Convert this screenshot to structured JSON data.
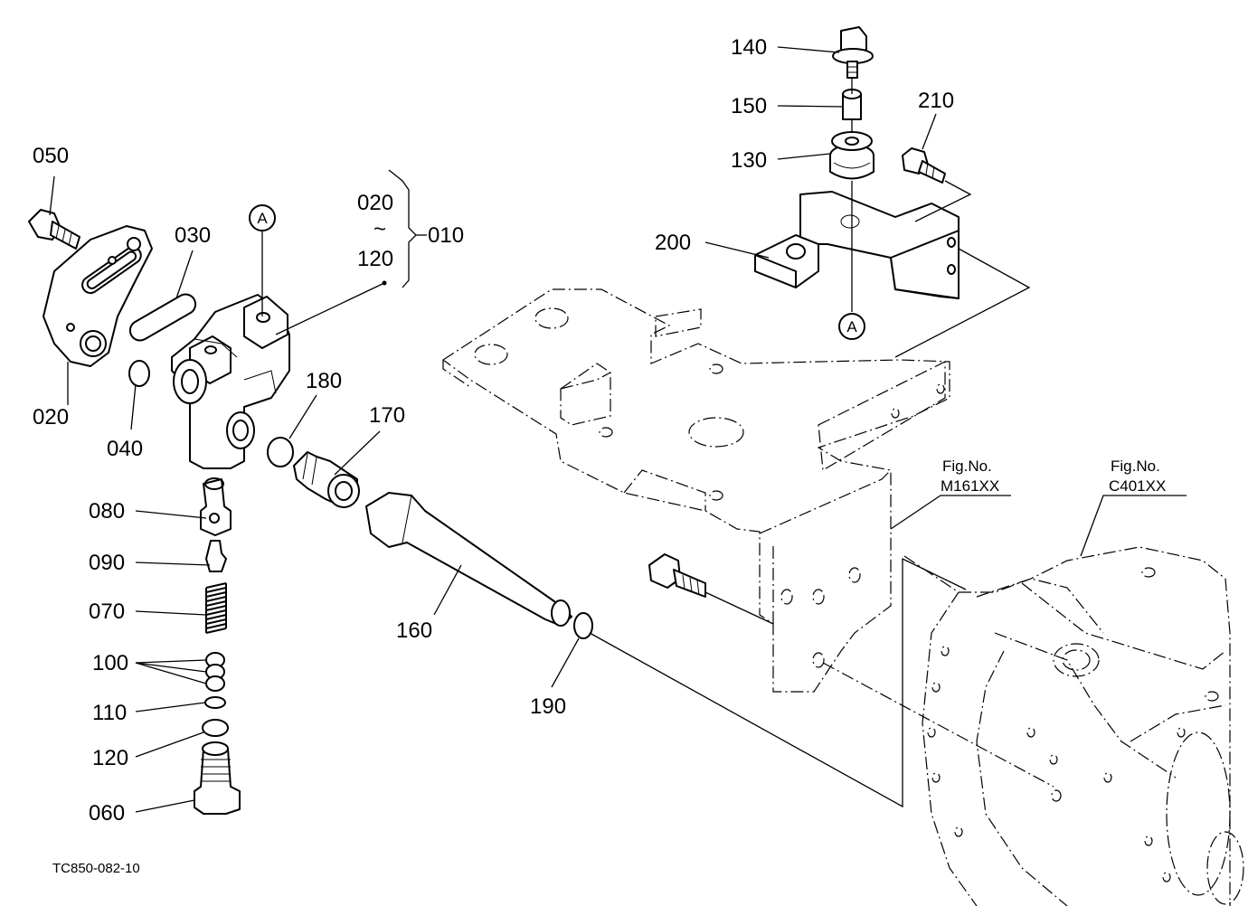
{
  "labels": {
    "p010": "010",
    "p020a": "020",
    "p020b": "020",
    "tilde": "~",
    "p120a": "120",
    "p030": "030",
    "p040": "040",
    "p050": "050",
    "p060": "060",
    "p070": "070",
    "p080": "080",
    "p090": "090",
    "p100": "100",
    "p110": "110",
    "p120b": "120",
    "p130": "130",
    "p140": "140",
    "p150": "150",
    "p160": "160",
    "p170": "170",
    "p180": "180",
    "p190": "190",
    "p200": "200",
    "p210": "210"
  },
  "callouts": {
    "a1": "A",
    "a2": "A"
  },
  "refs": {
    "m161_line1": "Fig.No.",
    "m161_line2": "M161XX",
    "c401_line1": "Fig.No.",
    "c401_line2": "C401XX"
  },
  "drawing_code": "TC850-082-10"
}
